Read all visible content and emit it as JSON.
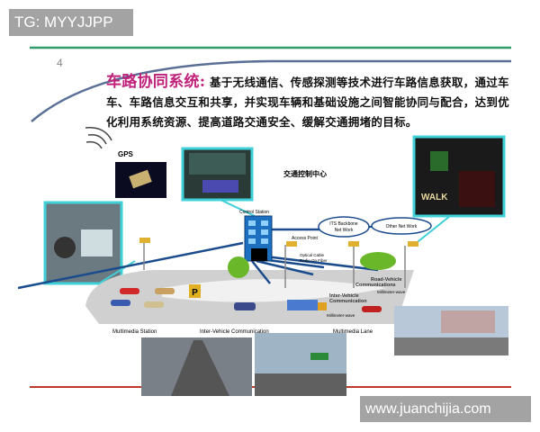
{
  "watermark_top": "TG: MYYJJPP",
  "watermark_bottom": "www.juanchijia.com",
  "page_number": "4",
  "title": {
    "highlight": "车路协同系统:",
    "body": " 基于无线通信、传感探测等技术进行车路信息获取，通过车车、车路信息交互和共享，并实现车辆和基础设施之间智能协同与配合，达到优化利用系统资源、提高道路交通安全、缓解交通拥堵的目标。"
  },
  "diagram": {
    "gps": "GPS",
    "control_center": "交通控制中心",
    "control_station": "Control Station",
    "its_backbone": [
      "ITS Backbone",
      "Net Work"
    ],
    "other_network": "Other Net Work",
    "access_point": "Access Point",
    "optical_cable": [
      "Optical Cable",
      "Radio On Fiber"
    ],
    "road_vehicle": [
      "Road-Vehicle",
      "Communications"
    ],
    "inter_vehicle": [
      "Inter-Vehicle",
      "Communication"
    ],
    "millimeter_wave_1": "Millimeter-wave",
    "millimeter_wave_2": "Millimeter-wave",
    "parking": "P",
    "walk_sign": "WALK",
    "label_multimedia_station": "Multimedia Station",
    "label_inter_vehicle": "Inter-Vehicle Communication",
    "label_multimedia_lane": "Multimedia Lane"
  },
  "colors": {
    "accent_title": "#c0207a",
    "frame": "#3fd0d8",
    "top_line": "#2f9a6a",
    "bottom_line": "#c0392b"
  }
}
